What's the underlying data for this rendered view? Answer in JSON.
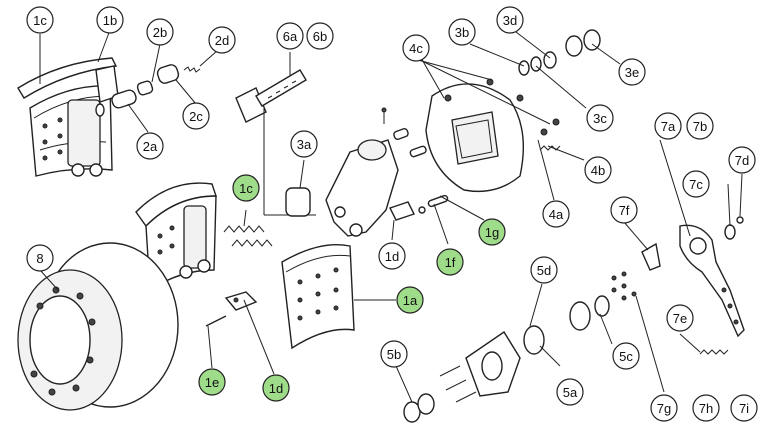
{
  "callouts": [
    {
      "id": "1c-top",
      "label": "1c",
      "highlight": false
    },
    {
      "id": "1b",
      "label": "1b",
      "highlight": false
    },
    {
      "id": "2b",
      "label": "2b",
      "highlight": false
    },
    {
      "id": "2d",
      "label": "2d",
      "highlight": false
    },
    {
      "id": "2c",
      "label": "2c",
      "highlight": false
    },
    {
      "id": "2a",
      "label": "2a",
      "highlight": false
    },
    {
      "id": "6a",
      "label": "6a",
      "highlight": false
    },
    {
      "id": "6b",
      "label": "6b",
      "highlight": false
    },
    {
      "id": "3a",
      "label": "3a",
      "highlight": false
    },
    {
      "id": "4c",
      "label": "4c",
      "highlight": false
    },
    {
      "id": "3b",
      "label": "3b",
      "highlight": false
    },
    {
      "id": "3d",
      "label": "3d",
      "highlight": false
    },
    {
      "id": "3e",
      "label": "3e",
      "highlight": false
    },
    {
      "id": "3c",
      "label": "3c",
      "highlight": false
    },
    {
      "id": "4b",
      "label": "4b",
      "highlight": false
    },
    {
      "id": "4a",
      "label": "4a",
      "highlight": false
    },
    {
      "id": "1c-mid",
      "label": "1c",
      "highlight": true
    },
    {
      "id": "1g",
      "label": "1g",
      "highlight": true
    },
    {
      "id": "1d-upper",
      "label": "1d",
      "highlight": false
    },
    {
      "id": "1f",
      "label": "1f",
      "highlight": true
    },
    {
      "id": "1a",
      "label": "1a",
      "highlight": true
    },
    {
      "id": "8",
      "label": "8",
      "highlight": false
    },
    {
      "id": "1e",
      "label": "1e",
      "highlight": true
    },
    {
      "id": "1d-lower",
      "label": "1d",
      "highlight": true
    },
    {
      "id": "5d",
      "label": "5d",
      "highlight": false
    },
    {
      "id": "5b",
      "label": "5b",
      "highlight": false
    },
    {
      "id": "5a",
      "label": "5a",
      "highlight": false
    },
    {
      "id": "5c",
      "label": "5c",
      "highlight": false
    },
    {
      "id": "7a",
      "label": "7a",
      "highlight": false
    },
    {
      "id": "7b",
      "label": "7b",
      "highlight": false
    },
    {
      "id": "7c",
      "label": "7c",
      "highlight": false
    },
    {
      "id": "7d",
      "label": "7d",
      "highlight": false
    },
    {
      "id": "7f",
      "label": "7f",
      "highlight": false
    },
    {
      "id": "7e",
      "label": "7e",
      "highlight": false
    },
    {
      "id": "7g",
      "label": "7g",
      "highlight": false
    },
    {
      "id": "7h",
      "label": "7h",
      "highlight": false
    },
    {
      "id": "7i",
      "label": "7i",
      "highlight": false
    }
  ],
  "colors": {
    "highlight": "#9fdc8a",
    "line": "#222222",
    "background": "#ffffff"
  }
}
